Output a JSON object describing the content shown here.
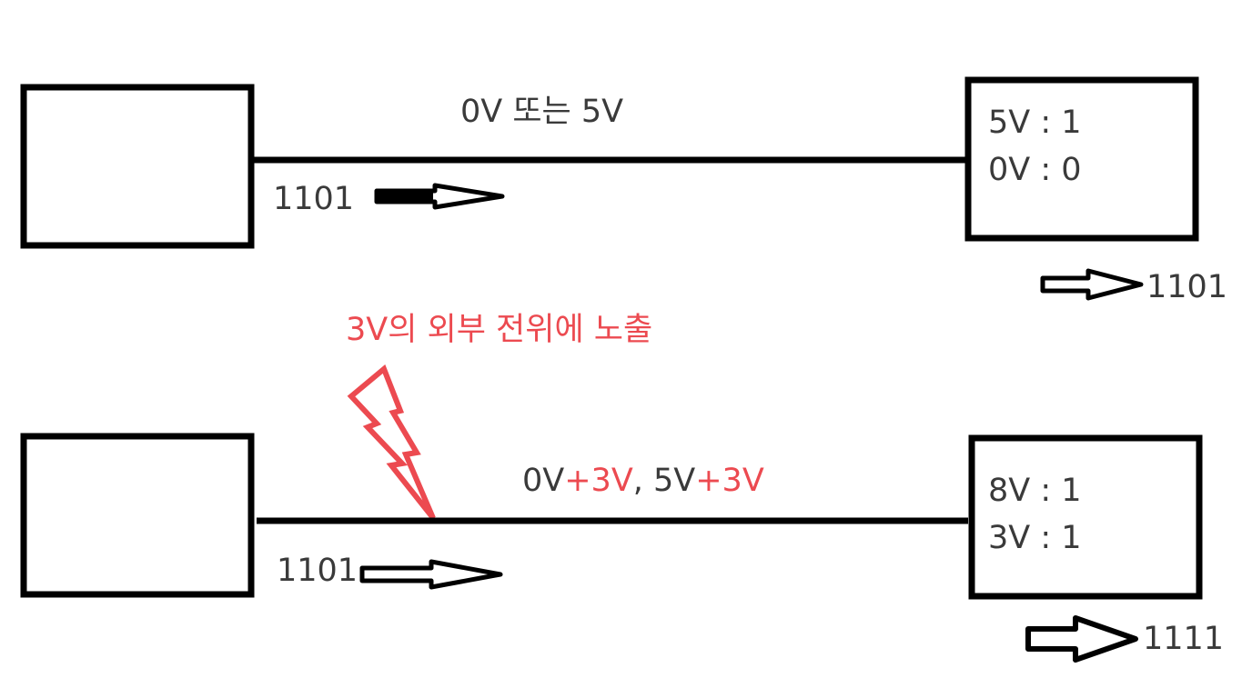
{
  "colors": {
    "ink": "#000000",
    "text": "#3a3a3a",
    "accent_red": "#ec4a50"
  },
  "top": {
    "line_label": "0V 또는 5V",
    "sent_bits": "1101",
    "receiver_lines": [
      "5V : 1",
      "0V : 0"
    ],
    "received_bits": "1101"
  },
  "noise_label": "3V의 외부 전위에 노출",
  "noise_icon": "lightning-bolt-icon",
  "bottom": {
    "line_label_parts": [
      "0V",
      "+3V",
      ", 5V",
      "+3V"
    ],
    "sent_bits": "1101",
    "receiver_lines": [
      "8V : 1",
      "3V : 1"
    ],
    "received_bits": "1111"
  }
}
